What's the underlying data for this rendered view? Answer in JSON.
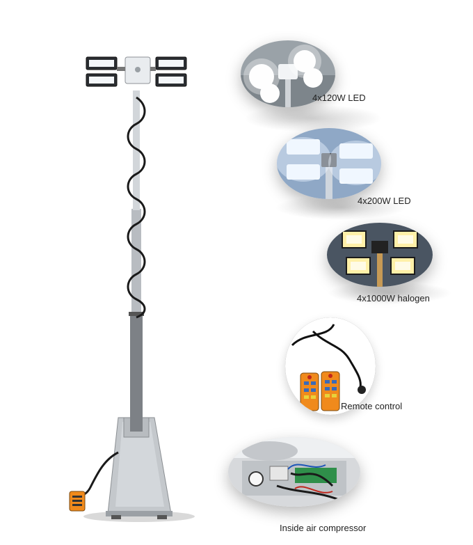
{
  "captions": {
    "led_120": "4x120W LED",
    "led_200": "4x200W LED",
    "halogen": "4x1000W halogen",
    "remote": "Remote control",
    "compressor": "Inside air compressor"
  },
  "colors": {
    "background": "#ffffff",
    "mast_metal": "#c9cdd2",
    "cable": "#1a1a1a",
    "led_glow": "#e8f4ff",
    "halogen_glow": "#fff2b0",
    "remote_orange": "#f08a1c"
  }
}
